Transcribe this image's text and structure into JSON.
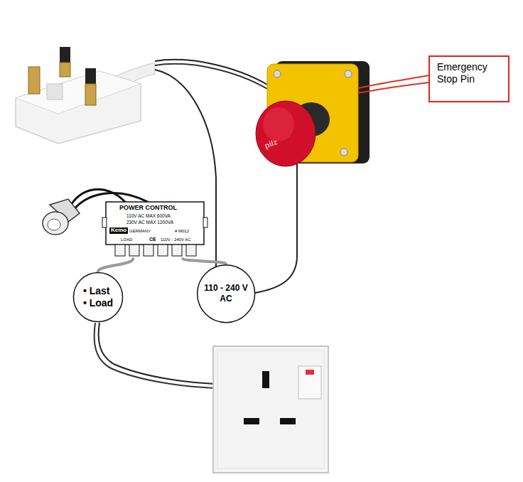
{
  "diagram": {
    "nodes": [
      {
        "text": [
          "Emergency Stop Pin"
        ]
      },
      {
        "text": [
          "POWER CONTROL",
          "110V AC MAX 600VA",
          "230V AC MAX 1200VA",
          "Kemo",
          "GERMANY",
          "# M012",
          "LOAD",
          "CE",
          "110V - 240V AC"
        ]
      },
      {
        "text": [
          "• Last",
          "• Load"
        ]
      },
      {
        "text": [
          "110 - 240 V AC"
        ]
      }
    ],
    "edges": [
      {
        "from": 1,
        "to": 2,
        "arrow": "none"
      },
      {
        "from": 1,
        "to": 3,
        "arrow": "none"
      }
    ],
    "labels": [
      "pilz"
    ]
  }
}
